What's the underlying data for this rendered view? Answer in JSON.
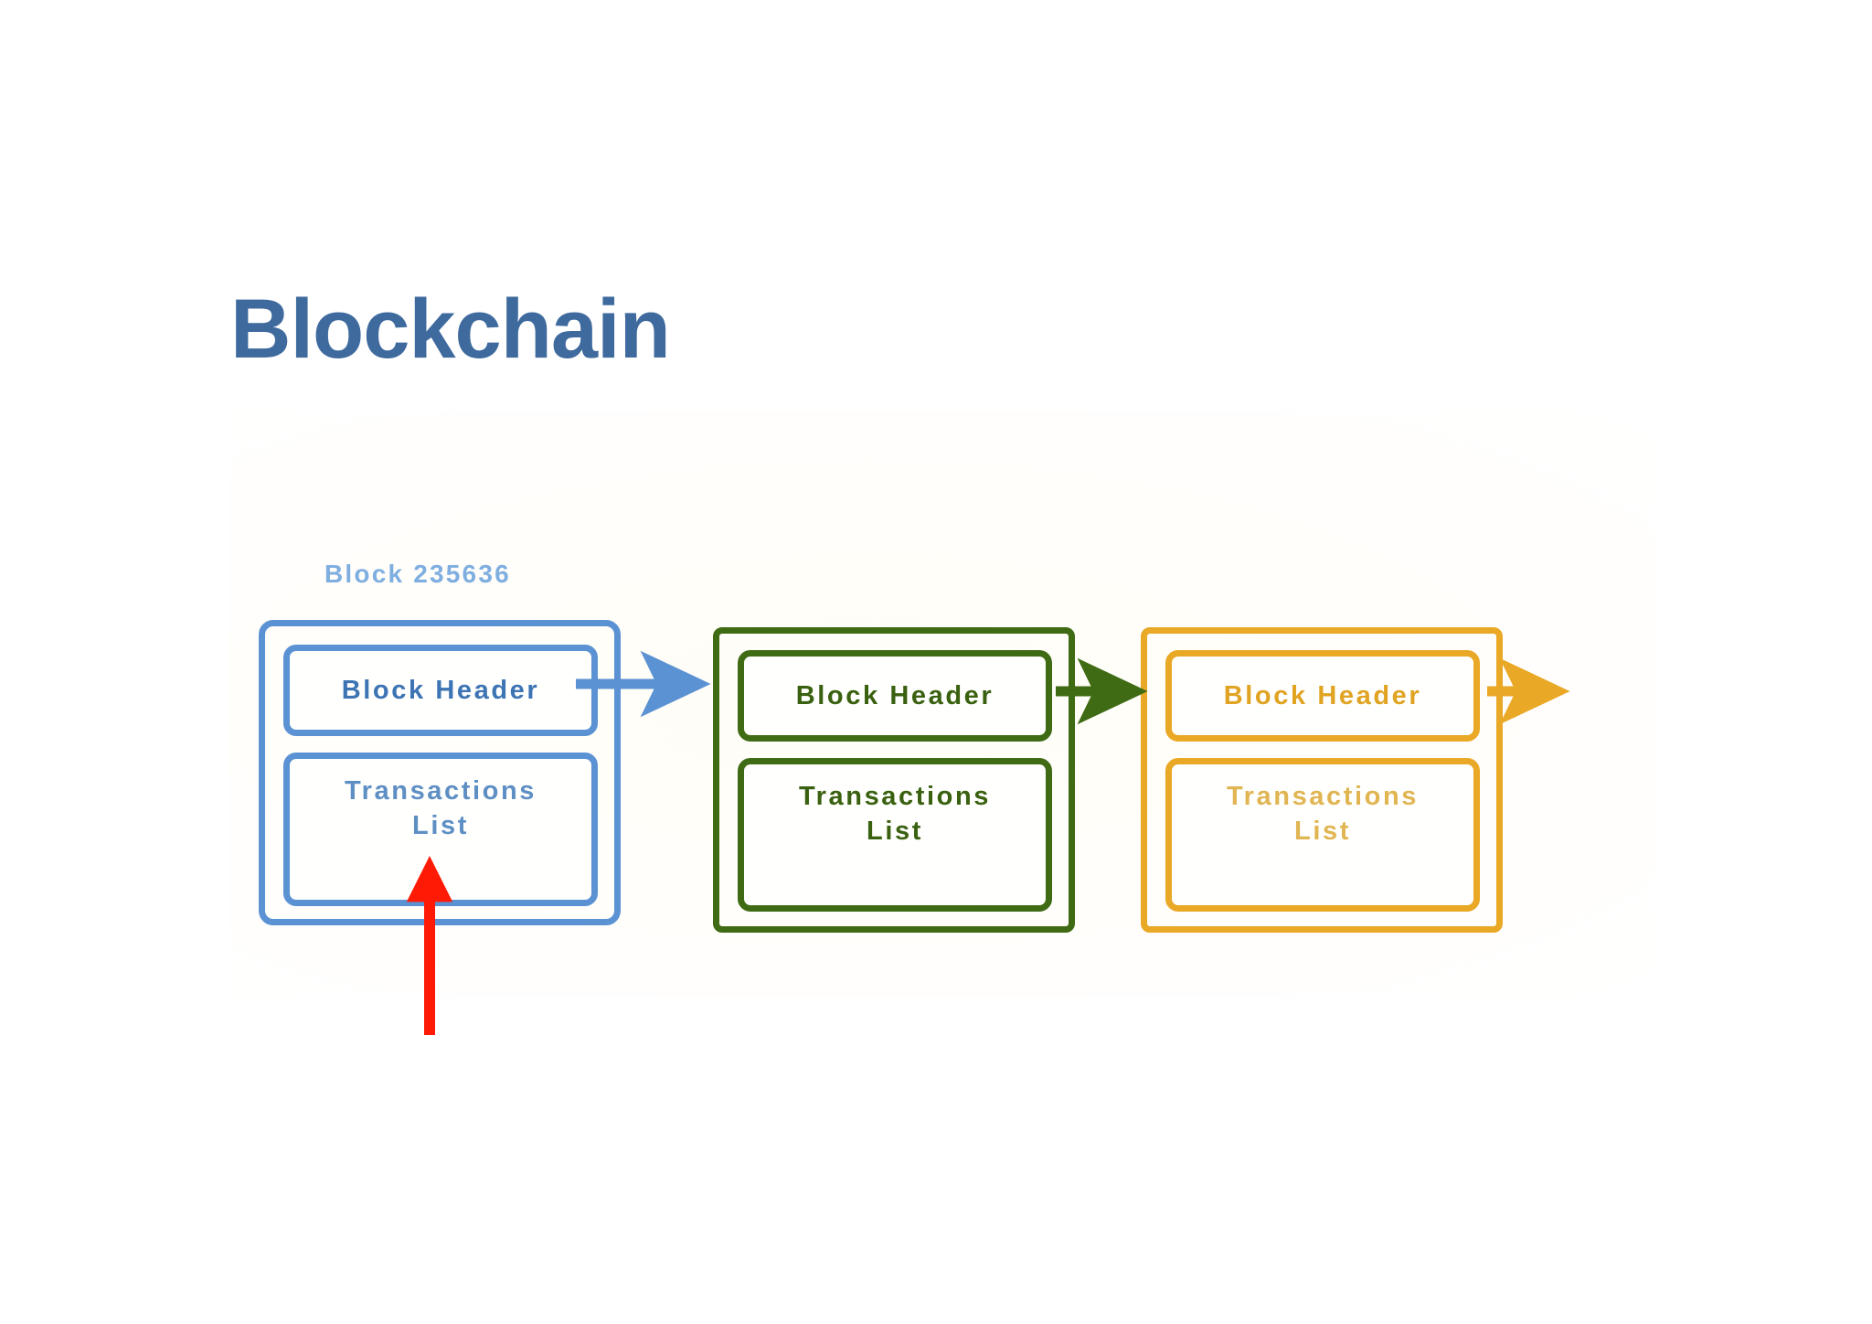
{
  "slide": {
    "title": "Blockchain",
    "title_color": "#3F6A9E",
    "background": "#ffffff"
  },
  "diagram": {
    "type": "blockchain-chain-diagram",
    "block_label": "Block 235636",
    "blocks": [
      {
        "id": "block-1",
        "label": "Block 235636",
        "color": "#5B92D3",
        "header_label": "Block Header",
        "transactions_label": "Transactions\nList",
        "header_text_color": "#3C74B4",
        "transactions_text_color": "#5E8FC4"
      },
      {
        "id": "block-2",
        "label": "",
        "color": "#3F6B14",
        "header_label": "Block Header",
        "transactions_label": "Transactions\nList",
        "header_text_color": "#3A6110",
        "transactions_text_color": "#3A6110"
      },
      {
        "id": "block-3",
        "label": "",
        "color": "#E9A825",
        "header_label": "Block Header",
        "transactions_label": "Transactions\nList",
        "header_text_color": "#E0A322",
        "transactions_text_color": "#E0B552"
      }
    ],
    "connectors": [
      {
        "name": "arrow-block1-to-block2",
        "color": "#5B92D3",
        "direction": "right"
      },
      {
        "name": "arrow-block2-to-block3",
        "color": "#3F6B14",
        "direction": "right"
      },
      {
        "name": "arrow-block3-to-next",
        "color": "#E9A825",
        "direction": "right"
      }
    ],
    "annotation": {
      "name": "red-pointer-arrow",
      "color": "#FF1A05",
      "direction": "up",
      "points_at": "transactions-list-of-block-1"
    }
  }
}
